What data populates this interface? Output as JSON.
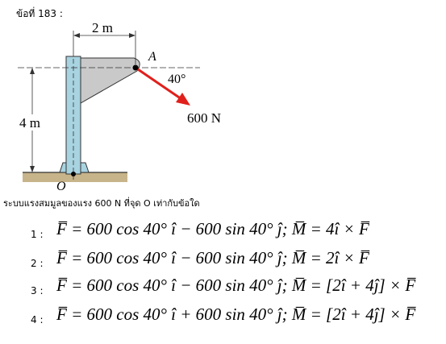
{
  "question_number": "ข้อที่ 183 :",
  "figure": {
    "dim_width": "2 m",
    "dim_height": "4 m",
    "point_a": "A",
    "point_o": "O",
    "angle": "40°",
    "force": "600 N",
    "colors": {
      "post": "#a8d3e0",
      "arm": "#c9c9c9",
      "ground": "#c8b48a",
      "force_arrow": "#e0201c"
    }
  },
  "question": "ระบบแรงสมมูลของแรง 600 N ที่จุด O เท่ากับข้อใด",
  "choices": [
    {
      "num": "1 :",
      "text": "F̅ = 600 cos 40° î − 600 sin 40° ĵ; M̅ = 4î × F̅"
    },
    {
      "num": "2 :",
      "text": "F̅ = 600 cos 40° î − 600 sin 40° ĵ; M̅ = 2î × F̅"
    },
    {
      "num": "3 :",
      "text": "F̅ = 600 cos 40° î − 600 sin 40° ĵ; M̅ = [2î + 4ĵ] × F̅"
    },
    {
      "num": "4 :",
      "text": "F̅ = 600 cos 40° î + 600 sin 40° ĵ; M̅ = [2î + 4ĵ] × F̅"
    }
  ]
}
